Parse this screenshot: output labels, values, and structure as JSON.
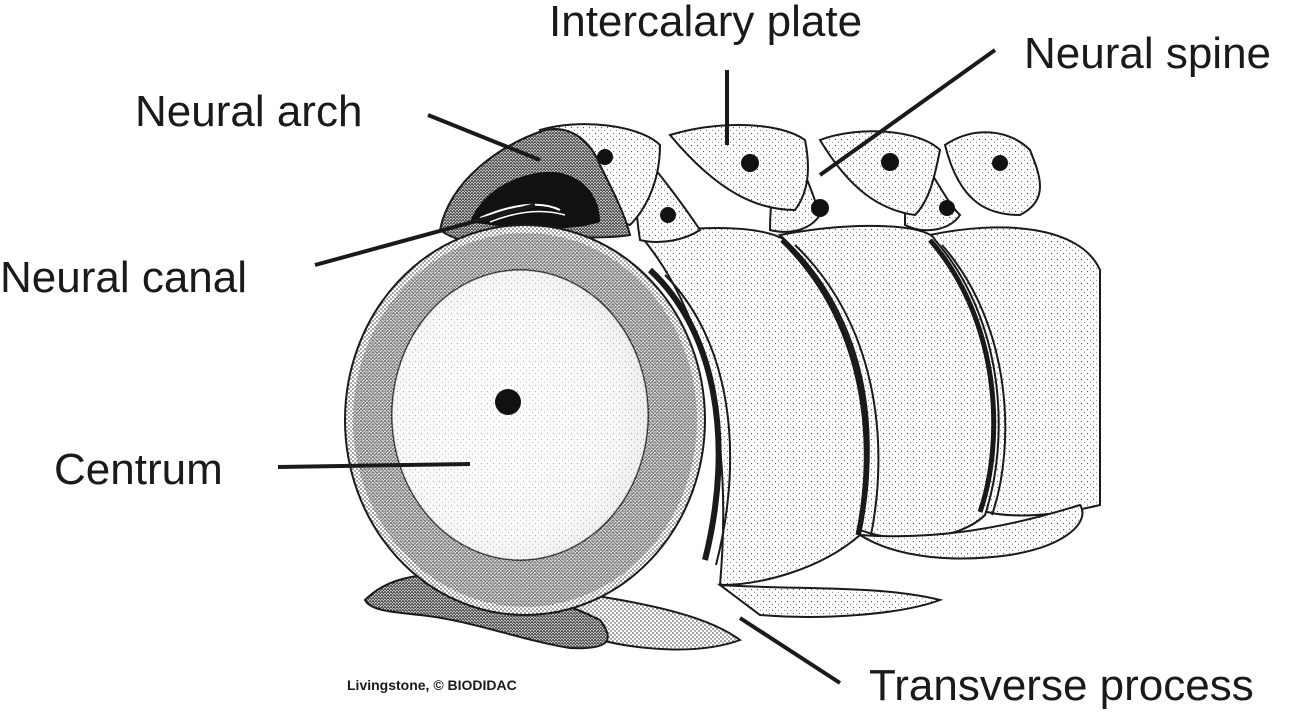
{
  "diagram": {
    "labels": {
      "intercalary_plate": "Intercalary plate",
      "neural_spine": "Neural spine",
      "neural_arch": "Neural arch",
      "neural_canal": "Neural canal",
      "centrum": "Centrum",
      "transverse_process": "Transverse process"
    },
    "credit": "Livingstone, © BIODIDAC"
  },
  "colors": {
    "ink": "#1a1a1a",
    "stipple_light": "#e6e6e6",
    "stipple_mid": "#b5b5b5",
    "stipple_dark": "#7a7a7a",
    "paper": "#ffffff"
  }
}
